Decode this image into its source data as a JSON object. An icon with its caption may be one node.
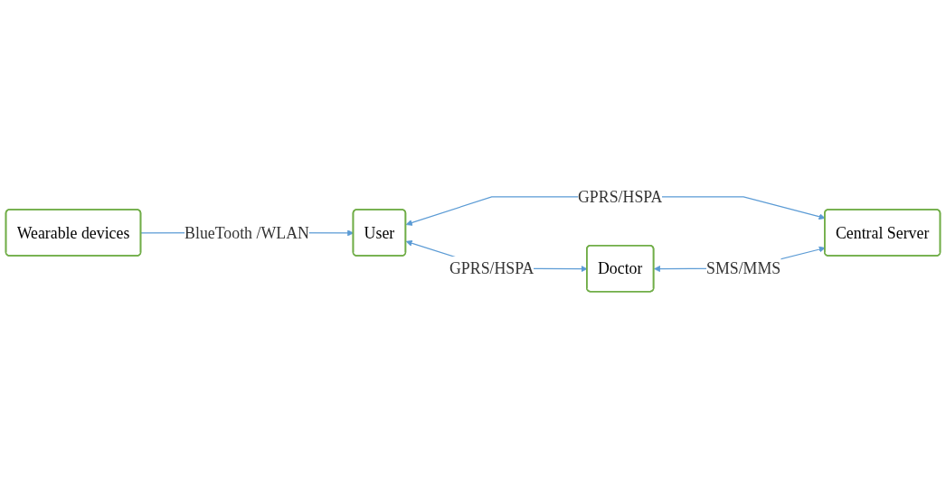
{
  "diagram": {
    "nodes": [
      {
        "text": [
          "Wearable devices"
        ]
      },
      {
        "text": [
          "User"
        ]
      },
      {
        "text": [
          "Doctor"
        ]
      },
      {
        "text": [
          "Central Server"
        ]
      }
    ],
    "edges": [
      {
        "from": 0,
        "to": 1,
        "arrow": "to",
        "label": "BlueTooth /WLAN"
      },
      {
        "from": 1,
        "to": 2,
        "arrow": "both",
        "label": "GPRS/HSPA"
      },
      {
        "from": 1,
        "to": 3,
        "arrow": "both",
        "label": "GPRS/HSPA"
      },
      {
        "from": 2,
        "to": 3,
        "arrow": "both",
        "label": "SMS/MMS"
      }
    ]
  }
}
